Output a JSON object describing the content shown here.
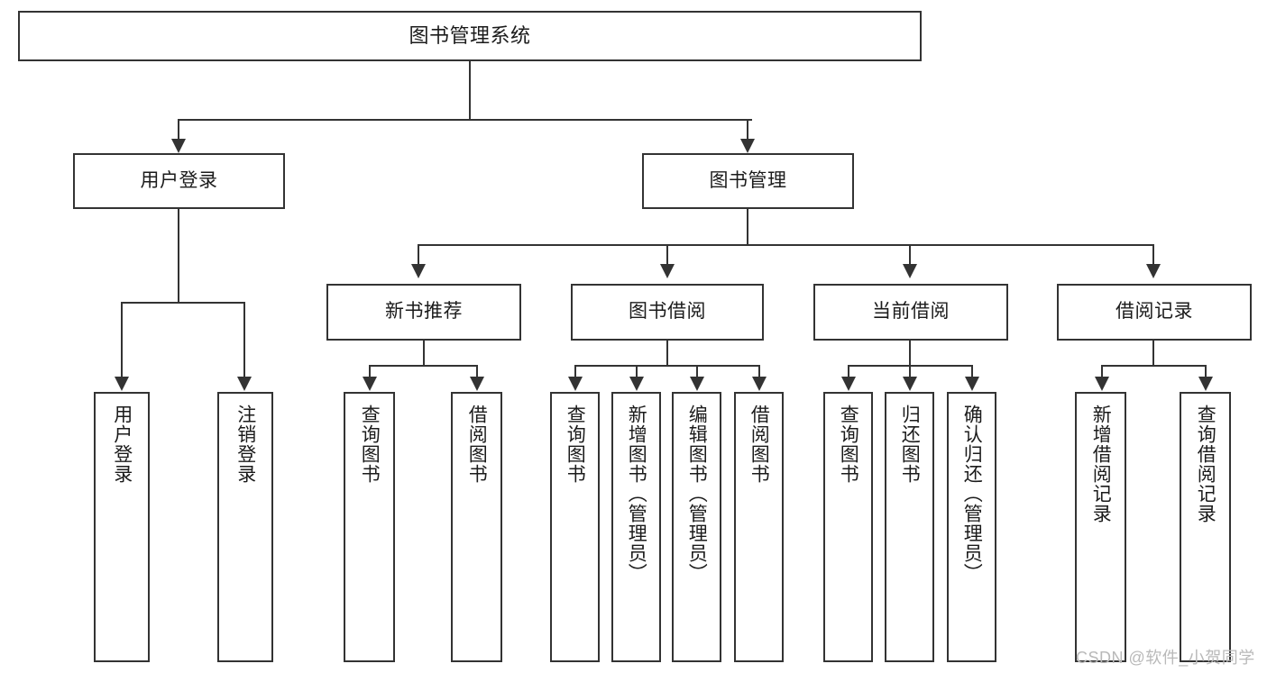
{
  "diagram": {
    "title": "图书管理系统",
    "nodes": {
      "root": {
        "label": "图书管理系统"
      },
      "user_login": {
        "label": "用户登录"
      },
      "book_manage": {
        "label": "图书管理"
      },
      "new_book_rec": {
        "label": "新书推荐"
      },
      "book_borrow": {
        "label": "图书借阅"
      },
      "current_borrow": {
        "label": "当前借阅"
      },
      "borrow_record": {
        "label": "借阅记录"
      },
      "leaf_user_login": {
        "label": "用户登录"
      },
      "leaf_logout": {
        "label": "注销登录"
      },
      "leaf_query_book_1": {
        "label": "查询图书"
      },
      "leaf_borrow_book_1": {
        "label": "借阅图书"
      },
      "leaf_query_book_2": {
        "label": "查询图书"
      },
      "leaf_add_book_admin": {
        "label": "新增图书（管理员）"
      },
      "leaf_edit_book_admin": {
        "label": "编辑图书（管理员）"
      },
      "leaf_borrow_book_2": {
        "label": "借阅图书"
      },
      "leaf_query_book_3": {
        "label": "查询图书"
      },
      "leaf_return_book": {
        "label": "归还图书"
      },
      "leaf_confirm_return_admin": {
        "label": "确认归还（管理员）"
      },
      "leaf_add_record": {
        "label": "新增借阅记录"
      },
      "leaf_query_record": {
        "label": "查询借阅记录"
      }
    },
    "watermark": "CSDN @软件_小贺同学",
    "colors": {
      "border": "#333333",
      "background": "#ffffff",
      "text": "#1b1b1b",
      "watermark": "#b9b9b9"
    }
  }
}
